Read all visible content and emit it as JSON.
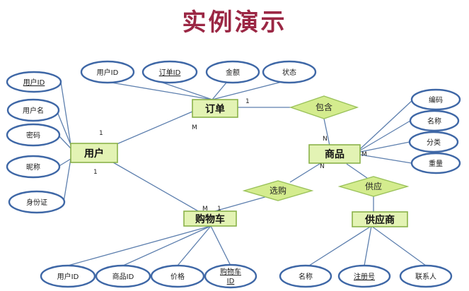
{
  "title": "实例演示",
  "entities": {
    "user": "用户",
    "order": "订单",
    "product": "商品",
    "cart": "购物车",
    "supplier": "供应商"
  },
  "relationships": {
    "contains": "包含",
    "select": "选购",
    "supply": "供应"
  },
  "attributes": {
    "order_user_id": "用户ID",
    "order_id": "订单ID",
    "order_amount": "金额",
    "order_status": "状态",
    "user_id": "用户ID",
    "user_name": "用户名",
    "user_password": "密码",
    "user_nickname": "昵称",
    "user_idcard": "身份证",
    "product_code": "编码",
    "product_name": "名称",
    "product_category": "分类",
    "product_weight": "重量",
    "cart_user_id": "用户ID",
    "cart_product_id": "商品ID",
    "cart_price": "价格",
    "cart_id_line1": "购物车",
    "cart_id_line2": "ID",
    "supplier_name": "名称",
    "supplier_reg_no": "注册号",
    "supplier_contact": "联系人"
  },
  "cardinalities": {
    "user_order": "1",
    "order_user": "M",
    "order_contains": "1",
    "product_contains": "N",
    "product_select": "N",
    "user_cart": "1",
    "cart_m": "M",
    "cart_1": "1",
    "product_supply": "M"
  },
  "colors": {
    "title": "#9b2744",
    "entity_fill": "#e3f3b4",
    "relationship_fill": "#d4ec8e",
    "attribute_border": "#3e67a6",
    "connector": "#5d7fae"
  }
}
